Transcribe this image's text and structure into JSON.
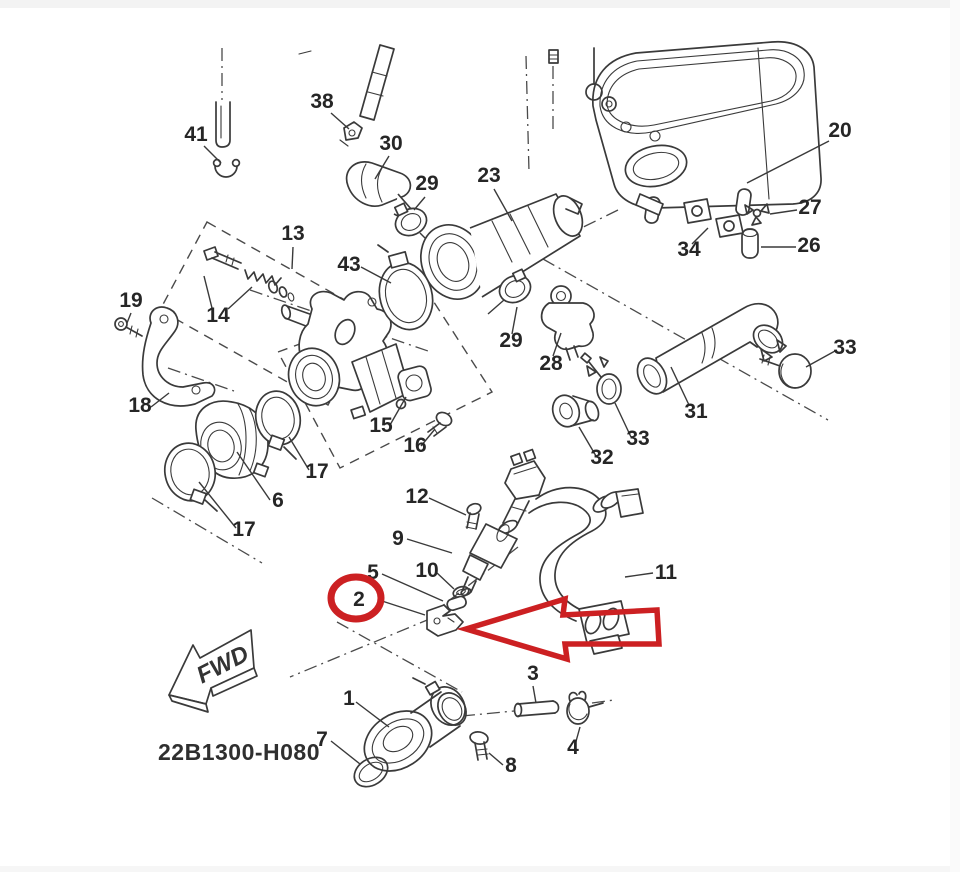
{
  "diagram": {
    "code_label": "22B1300-H080",
    "fwd_label": "FWD",
    "highlighted_part": "2",
    "colors": {
      "line": "#3a3a3a",
      "label": "#262626",
      "highlight": "#cc2022",
      "background": "#ffffff"
    },
    "labels": [
      {
        "text": "41"
      },
      {
        "text": "38"
      },
      {
        "text": "30"
      },
      {
        "text": "29"
      },
      {
        "text": "23"
      },
      {
        "text": "20"
      },
      {
        "text": "27"
      },
      {
        "text": "26"
      },
      {
        "text": "34"
      },
      {
        "text": "13"
      },
      {
        "text": "43"
      },
      {
        "text": "14"
      },
      {
        "text": "19"
      },
      {
        "text": "29"
      },
      {
        "text": "28"
      },
      {
        "text": "33"
      },
      {
        "text": "18"
      },
      {
        "text": "15"
      },
      {
        "text": "16"
      },
      {
        "text": "31"
      },
      {
        "text": "33"
      },
      {
        "text": "32"
      },
      {
        "text": "17"
      },
      {
        "text": "6"
      },
      {
        "text": "17"
      },
      {
        "text": "12"
      },
      {
        "text": "9"
      },
      {
        "text": "5"
      },
      {
        "text": "10"
      },
      {
        "text": "2"
      },
      {
        "text": "11"
      },
      {
        "text": "1"
      },
      {
        "text": "3"
      },
      {
        "text": "7"
      },
      {
        "text": "8"
      },
      {
        "text": "4"
      }
    ]
  }
}
